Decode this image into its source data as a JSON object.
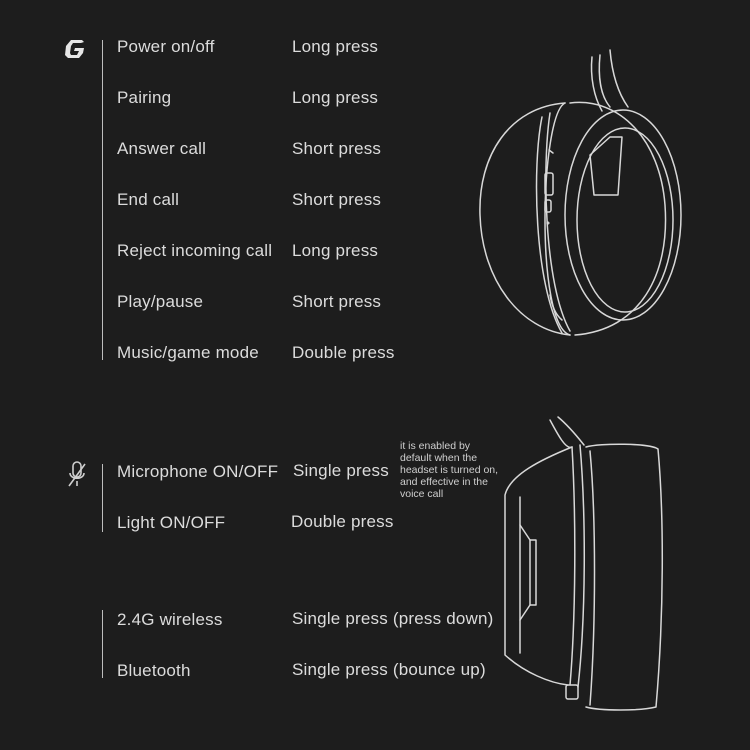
{
  "group1": {
    "icon": "g-logo-icon",
    "items": [
      {
        "action": "Power on/off",
        "press": "Long press"
      },
      {
        "action": "Pairing",
        "press": "Long press"
      },
      {
        "action": "Answer call",
        "press": "Short press"
      },
      {
        "action": "End call",
        "press": "Short press"
      },
      {
        "action": "Reject incoming call",
        "press": "Long press"
      },
      {
        "action": "Play/pause",
        "press": "Short press"
      },
      {
        "action": "Music/game mode",
        "press": "Double press"
      }
    ]
  },
  "group2": {
    "icon": "microphone-muted-icon",
    "items": [
      {
        "action": "Microphone ON/OFF",
        "press": "Single press"
      },
      {
        "action": "Light ON/OFF",
        "press": "Double press"
      }
    ],
    "note": "it is enabled by default when the headset is turned on, and effective in the voice call"
  },
  "group3": {
    "items": [
      {
        "action": "2.4G wireless",
        "press": "Single press (press down)"
      },
      {
        "action": "Bluetooth",
        "press": "Single press (bounce up)"
      }
    ]
  },
  "colors": {
    "background": "#1d1d1d",
    "text": "#dcdcdc",
    "line": "#d8d8d8"
  }
}
